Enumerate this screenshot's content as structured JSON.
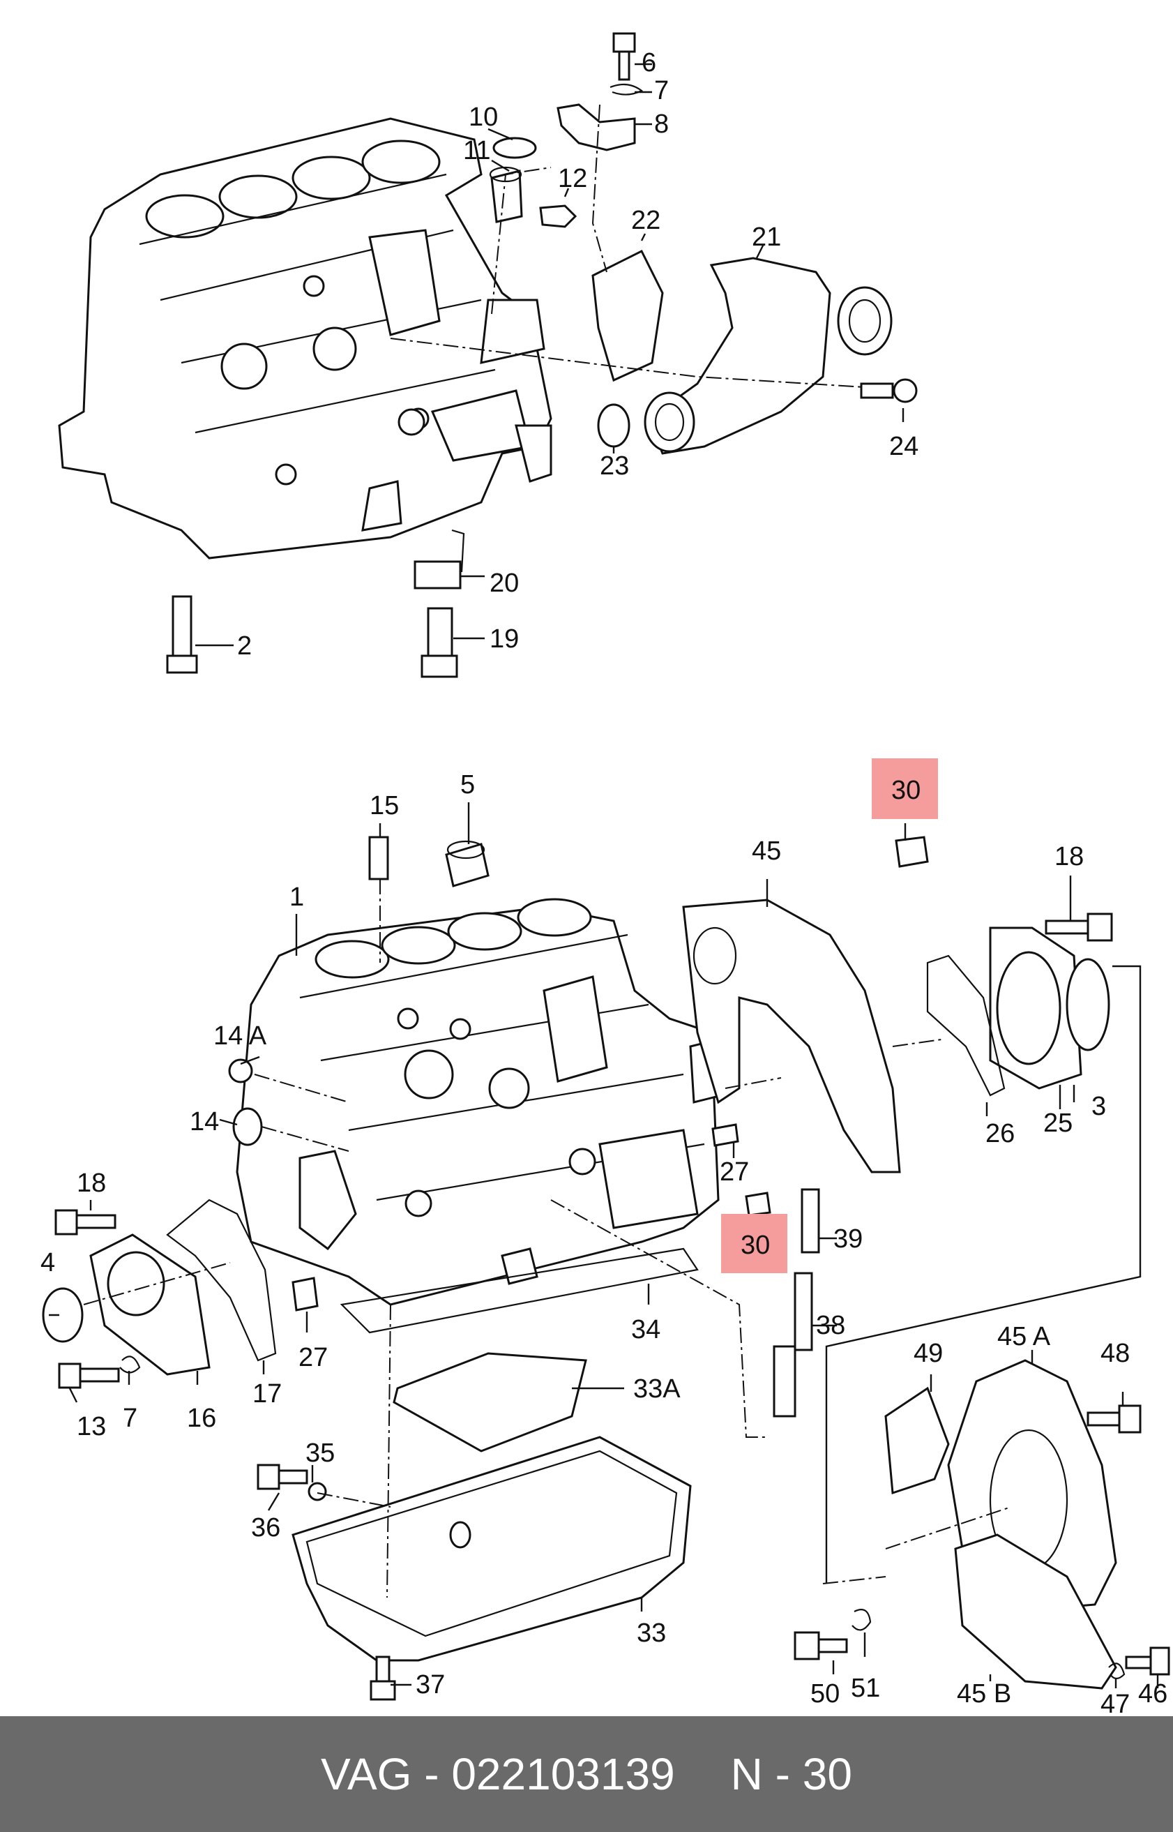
{
  "footer": {
    "brand": "VAG",
    "dash1": "-",
    "part_number": "022103139",
    "dash2": "-",
    "position_prefix": "N",
    "position": "30"
  },
  "highlight_color": "#f59c9c",
  "callouts": {
    "c1": "1",
    "c2": "2",
    "c3": "3",
    "c4": "4",
    "c5": "5",
    "c6": "6",
    "c7a": "7",
    "c7b": "7",
    "c8": "8",
    "c10": "10",
    "c11": "11",
    "c12": "12",
    "c13": "13",
    "c14": "14",
    "c14a": "14 A",
    "c15": "15",
    "c16": "16",
    "c17": "17",
    "c18a": "18",
    "c18b": "18",
    "c19": "19",
    "c20": "20",
    "c21": "21",
    "c22": "22",
    "c23": "23",
    "c24": "24",
    "c25": "25",
    "c26": "26",
    "c27a": "27",
    "c27b": "27",
    "c30a": "30",
    "c30b": "30",
    "c33": "33",
    "c33a": "33A",
    "c34": "34",
    "c35": "35",
    "c36": "36",
    "c37": "37",
    "c38": "38",
    "c39": "39",
    "c45": "45",
    "c45a": "45 A",
    "c45b": "45 B",
    "c46": "46",
    "c47": "47",
    "c48": "48",
    "c49": "49",
    "c50": "50",
    "c51": "51"
  }
}
